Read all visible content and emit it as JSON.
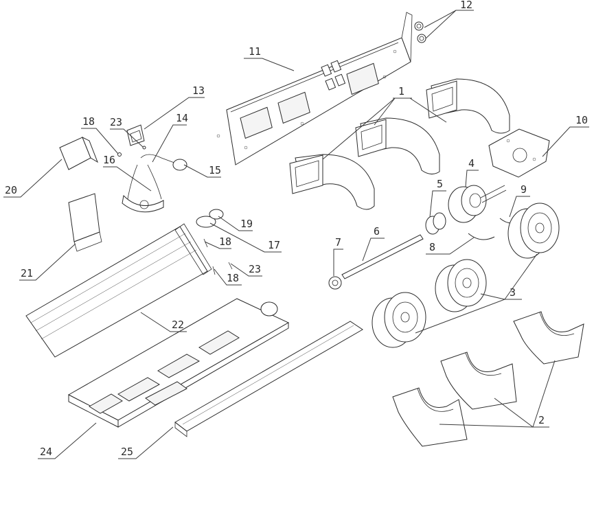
{
  "callouts": [
    {
      "id": "c1",
      "label": "1"
    },
    {
      "id": "c2",
      "label": "2"
    },
    {
      "id": "c3",
      "label": "3"
    },
    {
      "id": "c4",
      "label": "4"
    },
    {
      "id": "c5",
      "label": "5"
    },
    {
      "id": "c6",
      "label": "6"
    },
    {
      "id": "c7",
      "label": "7"
    },
    {
      "id": "c8",
      "label": "8"
    },
    {
      "id": "c9",
      "label": "9"
    },
    {
      "id": "c10",
      "label": "10"
    },
    {
      "id": "c11",
      "label": "11"
    },
    {
      "id": "c12",
      "label": "12"
    },
    {
      "id": "c13",
      "label": "13"
    },
    {
      "id": "c14",
      "label": "14"
    },
    {
      "id": "c15",
      "label": "15"
    },
    {
      "id": "c16",
      "label": "16"
    },
    {
      "id": "c17",
      "label": "17"
    },
    {
      "id": "c18a",
      "label": "18"
    },
    {
      "id": "c18b",
      "label": "18"
    },
    {
      "id": "c18c",
      "label": "18"
    },
    {
      "id": "c19",
      "label": "19"
    },
    {
      "id": "c20",
      "label": "20"
    },
    {
      "id": "c21",
      "label": "21"
    },
    {
      "id": "c22",
      "label": "22"
    },
    {
      "id": "c23a",
      "label": "23"
    },
    {
      "id": "c23b",
      "label": "23"
    },
    {
      "id": "c24",
      "label": "24"
    },
    {
      "id": "c25",
      "label": "25"
    }
  ],
  "colors": {
    "line": "#2a2a2a",
    "background": "#ffffff"
  }
}
